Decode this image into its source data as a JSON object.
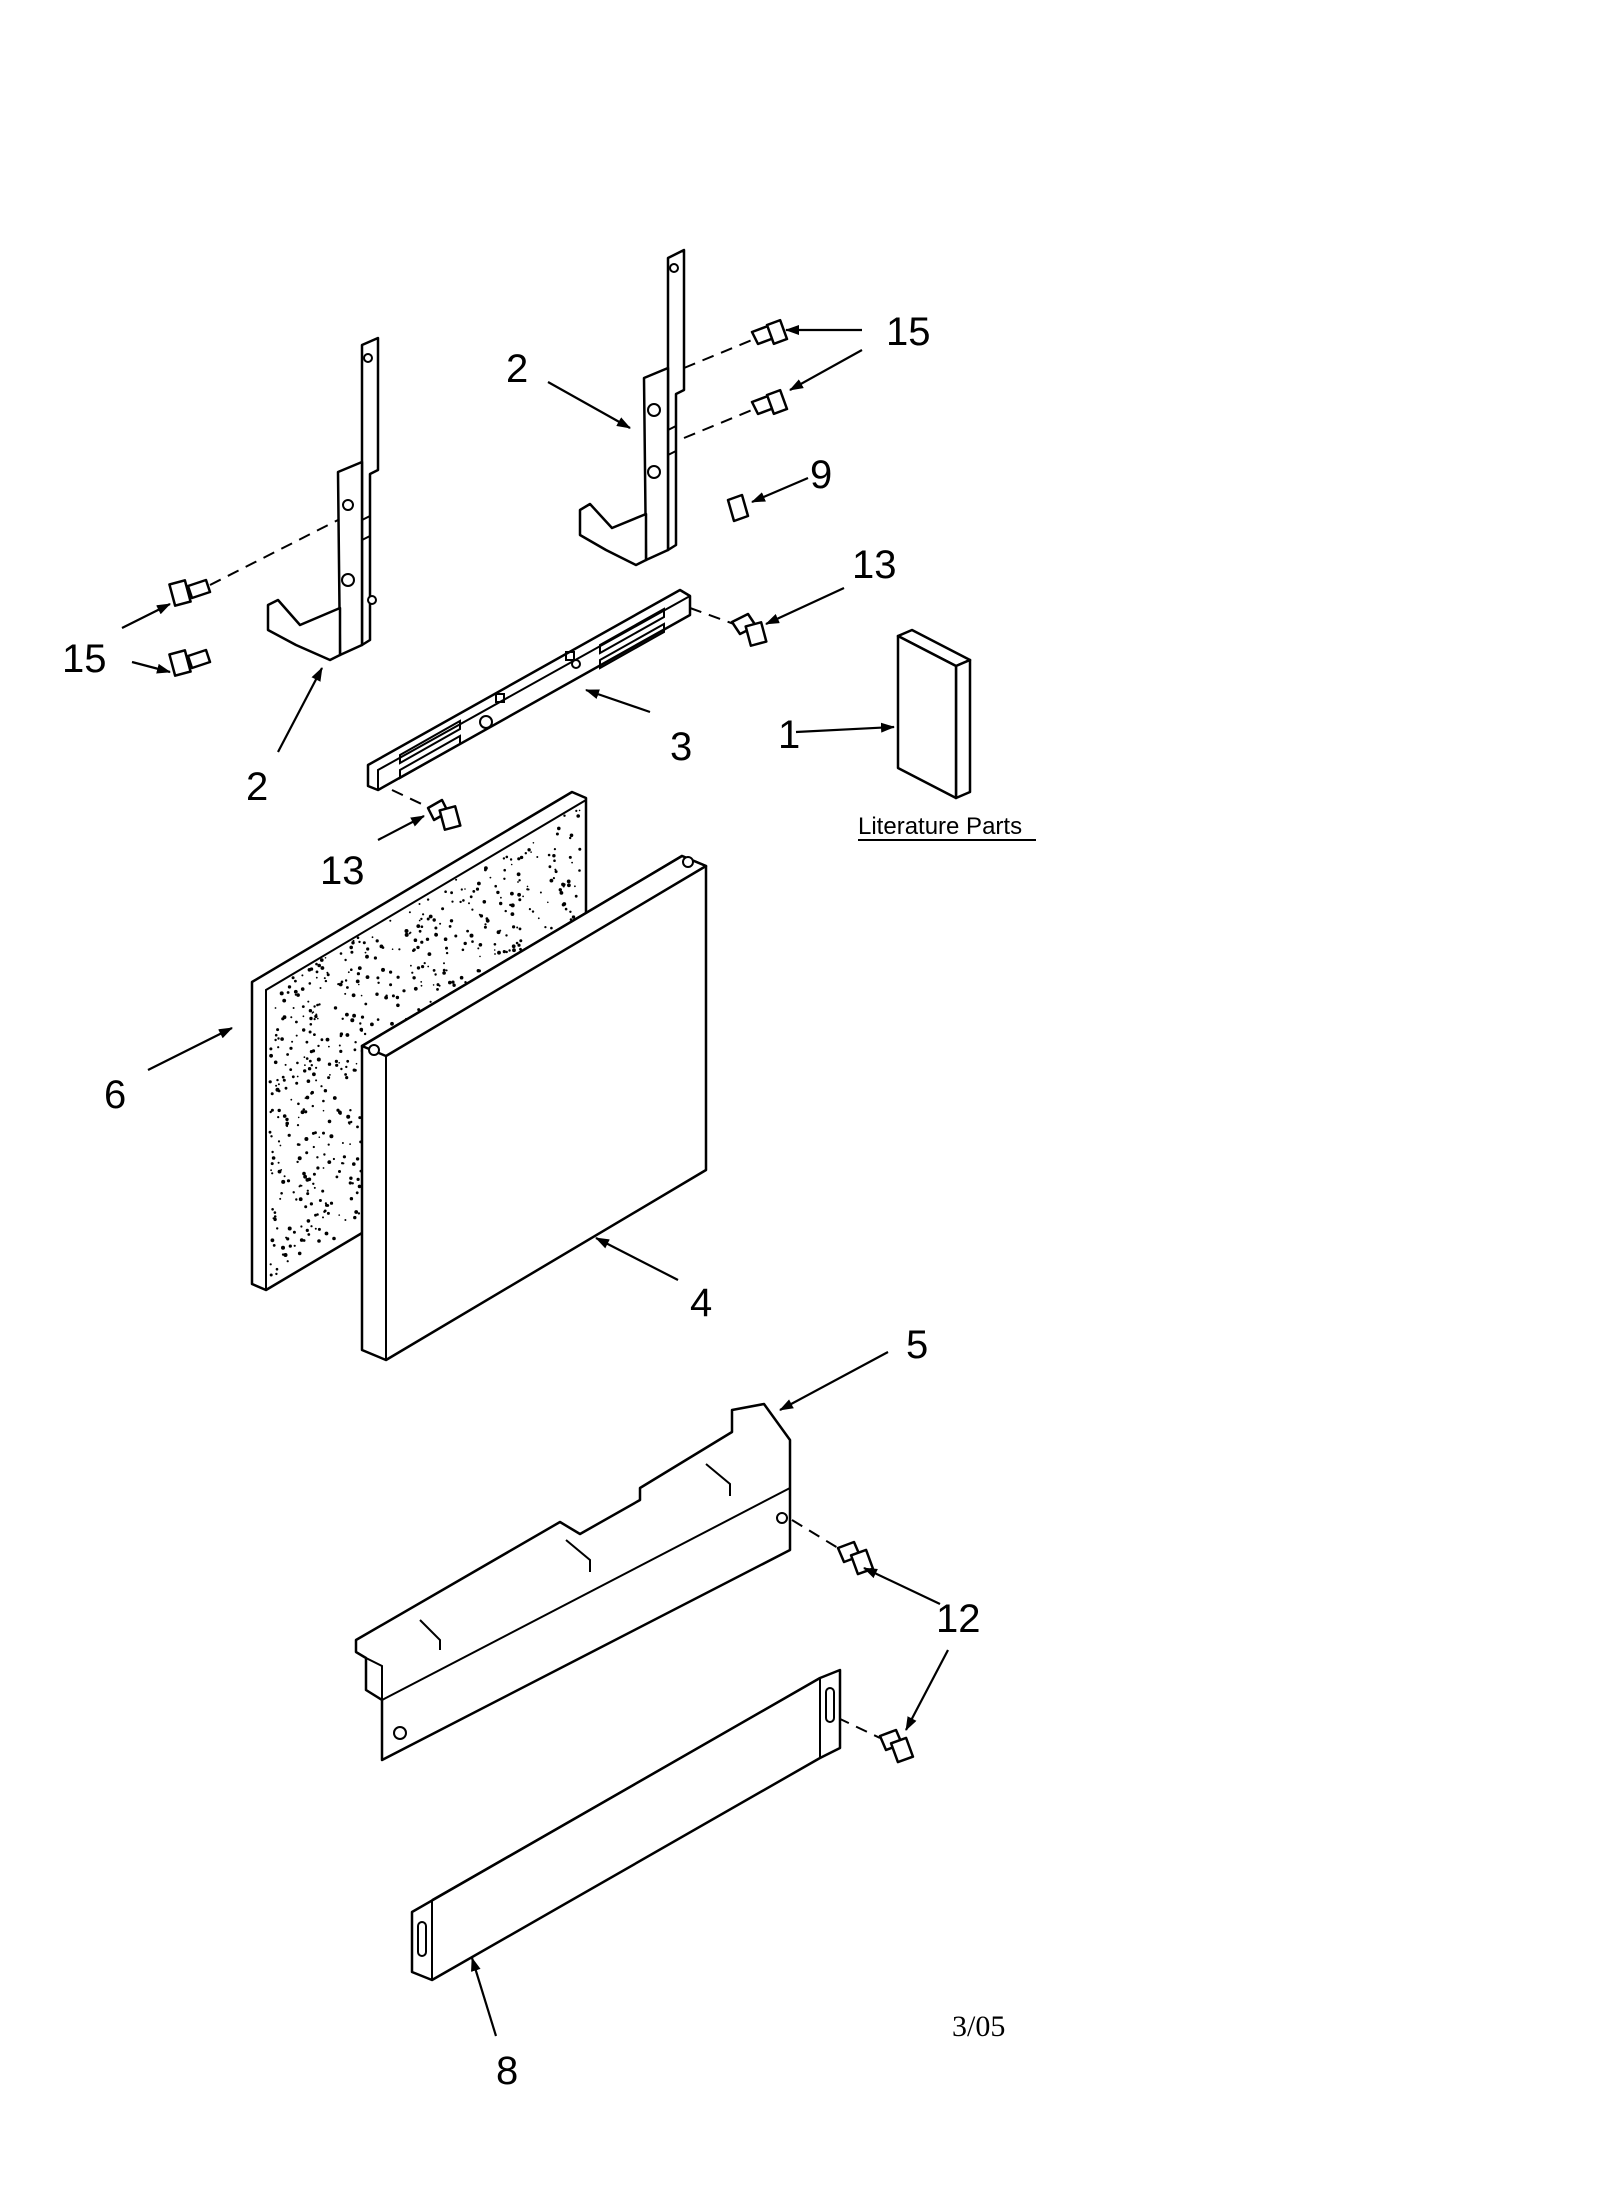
{
  "diagram": {
    "callouts": {
      "c15_top": "15",
      "c2_top": "2",
      "c9": "9",
      "c13_right": "13",
      "c15_left": "15",
      "c2_left": "2",
      "c3": "3",
      "c1": "1",
      "c13_left": "13",
      "c6": "6",
      "c4": "4",
      "c5": "5",
      "c12": "12",
      "c8": "8"
    },
    "literature_label": "Literature Parts",
    "date_code": "3/05"
  }
}
